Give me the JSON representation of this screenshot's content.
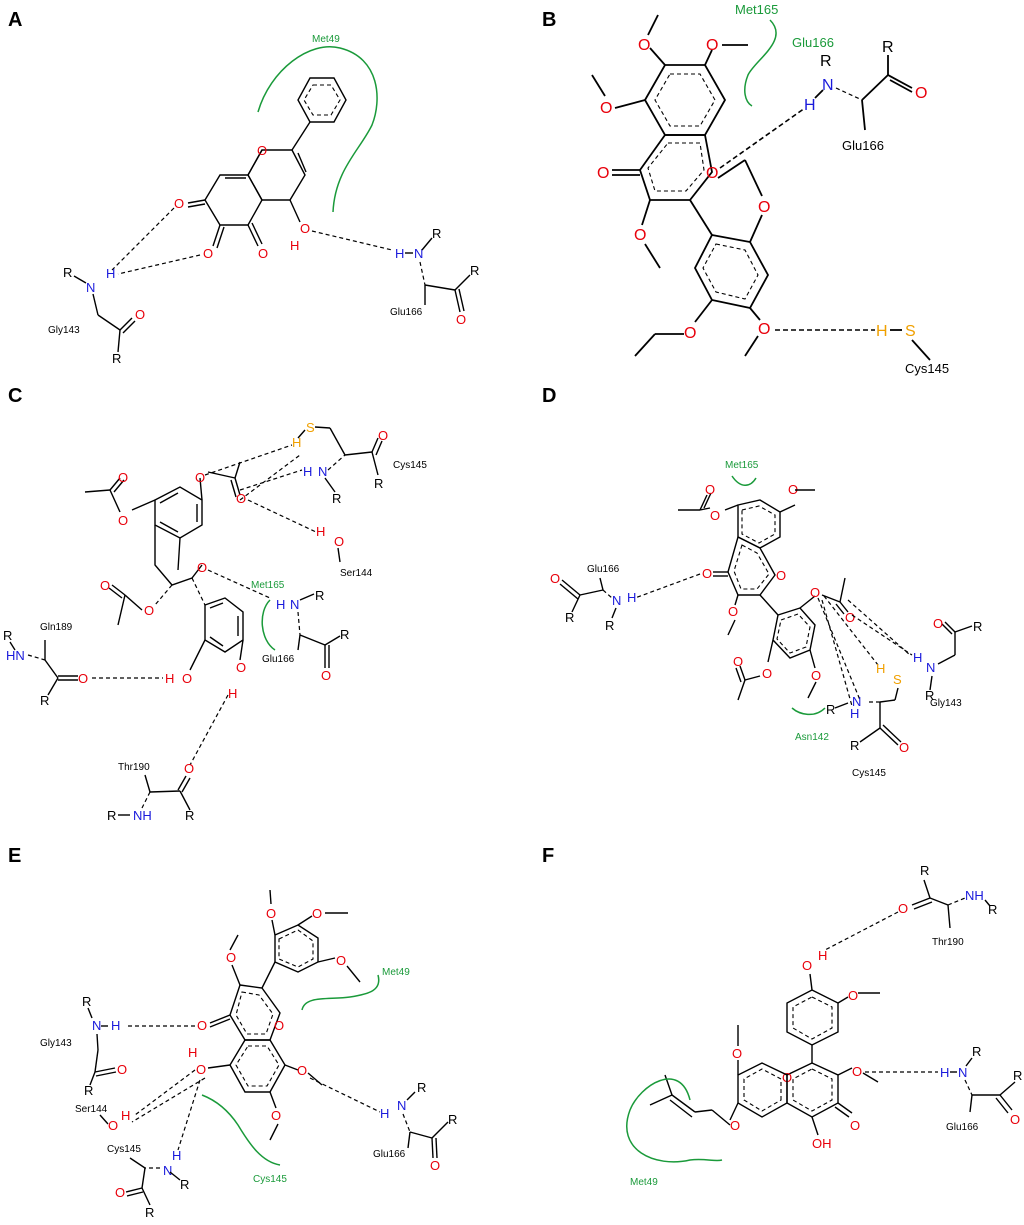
{
  "colors": {
    "oxygen": "#e8000b",
    "nitrogen": "#1a1adb",
    "sulfur": "#f0a000",
    "hydrophobic": "#1a9a3a",
    "bond": "#000000"
  },
  "panels": [
    {
      "letter": "A",
      "residues": {
        "r1": "Gly143",
        "r2": "Glu166"
      },
      "hydrophobic": [
        "Met49"
      ]
    },
    {
      "letter": "B",
      "residues": {
        "r1": "Glu166",
        "r2": "Cys145"
      },
      "hydrophobic": [
        "Met165",
        "Glu166"
      ]
    },
    {
      "letter": "C",
      "residues": {
        "r1": "Cys145",
        "r2": "Ser144",
        "r3": "Gln189",
        "r4": "Glu166",
        "r5": "Thr190"
      },
      "hydrophobic": [
        "Met165"
      ]
    },
    {
      "letter": "D",
      "residues": {
        "r1": "Glu166",
        "r2": "Gly143",
        "r3": "Cys145"
      },
      "hydrophobic": [
        "Met165",
        "Asn142"
      ]
    },
    {
      "letter": "E",
      "residues": {
        "r1": "Gly143",
        "r2": "Ser144",
        "r3": "Cys145",
        "r4": "Glu166"
      },
      "hydrophobic": [
        "Met49",
        "Cys145"
      ]
    },
    {
      "letter": "F",
      "residues": {
        "r1": "Thr190",
        "r2": "Glu166"
      },
      "hydrophobic": [
        "Met49"
      ]
    }
  ],
  "atoms": {
    "O": "O",
    "N": "N",
    "H": "H",
    "S": "S",
    "R": "R",
    "NH": "NH",
    "HN": "HN",
    "OH": "OH"
  }
}
